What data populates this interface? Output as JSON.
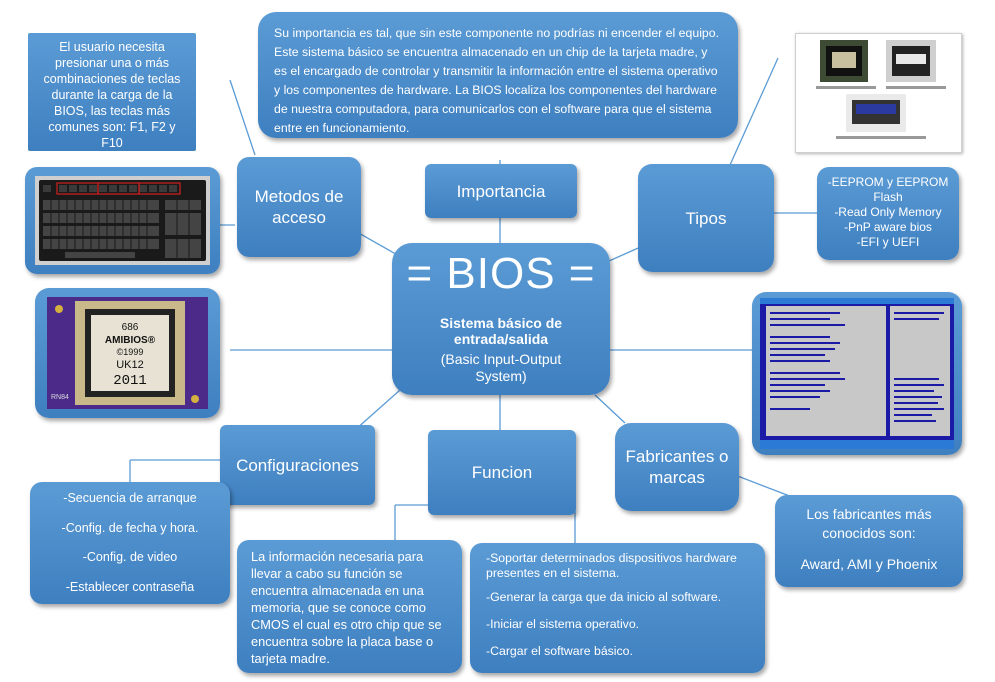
{
  "center": {
    "title": "= BIOS =",
    "subtitle": "Sistema básico de entrada/salida",
    "english": "(Basic Input-Output System)"
  },
  "topics": {
    "metodos": "Metodos de acceso",
    "importancia": "Importancia",
    "tipos": "Tipos",
    "configuraciones": "Configuraciones",
    "funcion": "Funcion",
    "fabricantes": "Fabricantes o marcas"
  },
  "boxes": {
    "metodos_text": "El usuario necesita presionar una o más combinaciones de teclas durante la carga de la BIOS, las teclas más comunes son: F1, F2 y F10",
    "importancia_text": "Su importancia es tal, que sin este componente no podrías ni encender el equipo. Este sistema básico se encuentra almacenado en un chip de la tarjeta madre, y es el encargado de controlar y transmitir la información entre el sistema operativo y los componentes de hardware. La BIOS localiza los componentes del hardware de nuestra computadora, para comunicarlos con el software para que el sistema entre en funcionamiento.",
    "tipos_list": [
      "-EEPROM y EEPROM Flash",
      "-Read Only Memory",
      "-PnP aware bios",
      "-EFI y UEFI"
    ],
    "config_list": [
      "-Secuencia de arranque",
      "-Config. de fecha y hora.",
      "-Config. de video",
      "-Establecer contraseña"
    ],
    "cmos_text": "La información necesaria para llevar a cabo su función se encuentra almacenada en una memoria, que se conoce como CMOS el cual es otro chip que se encuentra sobre la placa base o tarjeta madre.",
    "funcion_list": [
      "-Soportar determinados dispositivos hardware presentes en el sistema.",
      "-Generar la carga que da inicio al software.",
      "-Iniciar el sistema operativo.",
      "-Cargar el software básico."
    ],
    "fabricantes_line1": "Los fabricantes más conocidos son:",
    "fabricantes_line2": "Award, AMI y Phoenix"
  },
  "chip": {
    "line1": "686",
    "line2": "AMIBIOS®",
    "line3": "©1999",
    "line4": "UK12",
    "line5": "2011",
    "board_label": "RN84"
  },
  "colors": {
    "node_top": "#5b9bd5",
    "node_bottom": "#3e7fc0",
    "connector": "#5b9bd5",
    "board": "#4b2a8a",
    "bios_screen": "#1a1aa6"
  }
}
